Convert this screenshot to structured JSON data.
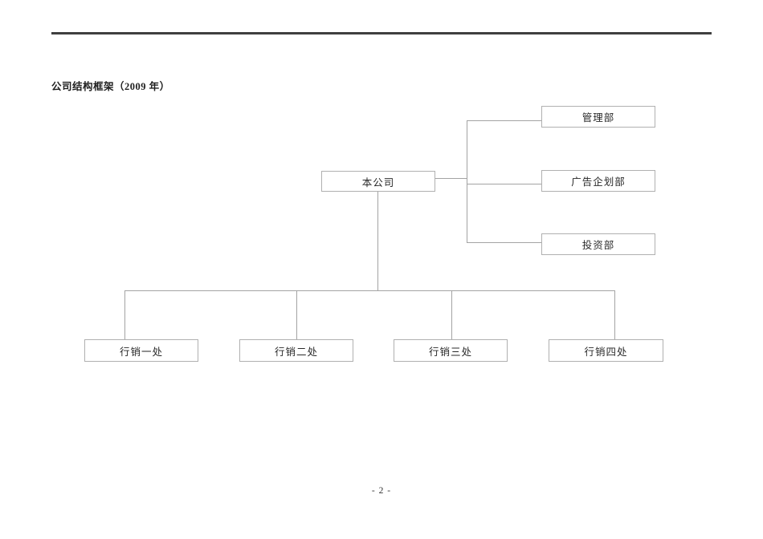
{
  "document": {
    "title": "公司结构框架（2009 年）",
    "page_number": "- 2 -"
  },
  "org_chart": {
    "root": {
      "label": "本公司"
    },
    "staff_departments": [
      {
        "label": "管理部"
      },
      {
        "label": "广告企划部"
      },
      {
        "label": "投资部"
      }
    ],
    "marketing_offices": [
      {
        "label": "行销一处"
      },
      {
        "label": "行销二处"
      },
      {
        "label": "行销三处"
      },
      {
        "label": "行销四处"
      }
    ]
  },
  "colors": {
    "header_rule": "#3f3f3f",
    "box_border": "#b0b0b0",
    "connector_line": "#a3a3a3",
    "text": "#1f1f1f"
  }
}
